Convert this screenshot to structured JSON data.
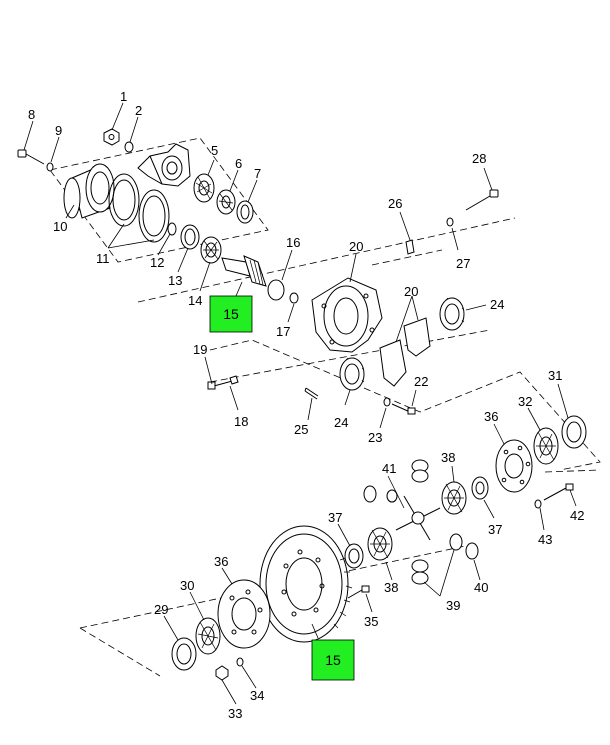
{
  "callouts": {
    "c1": "1",
    "c2": "2",
    "c5": "5",
    "c6": "6",
    "c7": "7",
    "c8": "8",
    "c9": "9",
    "c10": "10",
    "c11": "11",
    "c12": "12",
    "c13": "13",
    "c14": "14",
    "c15_top": "15",
    "c15_bottom": "15",
    "c16": "16",
    "c17": "17",
    "c18": "18",
    "c19": "19",
    "c20a": "20",
    "c20b": "20",
    "c22": "22",
    "c23": "23",
    "c24a": "24",
    "c24b": "24",
    "c25": "25",
    "c26": "26",
    "c27": "27",
    "c28": "28",
    "c29": "29",
    "c30": "30",
    "c31": "31",
    "c32": "32",
    "c33": "33",
    "c34": "34",
    "c35": "35",
    "c36a": "36",
    "c36b": "36",
    "c37a": "37",
    "c37b": "37",
    "c38a": "38",
    "c38b": "38",
    "c39": "39",
    "c40": "40",
    "c41": "41",
    "c42": "42",
    "c43": "43"
  },
  "colors": {
    "highlight": "#22ee22",
    "ink": "#000000",
    "background": "#ffffff"
  }
}
